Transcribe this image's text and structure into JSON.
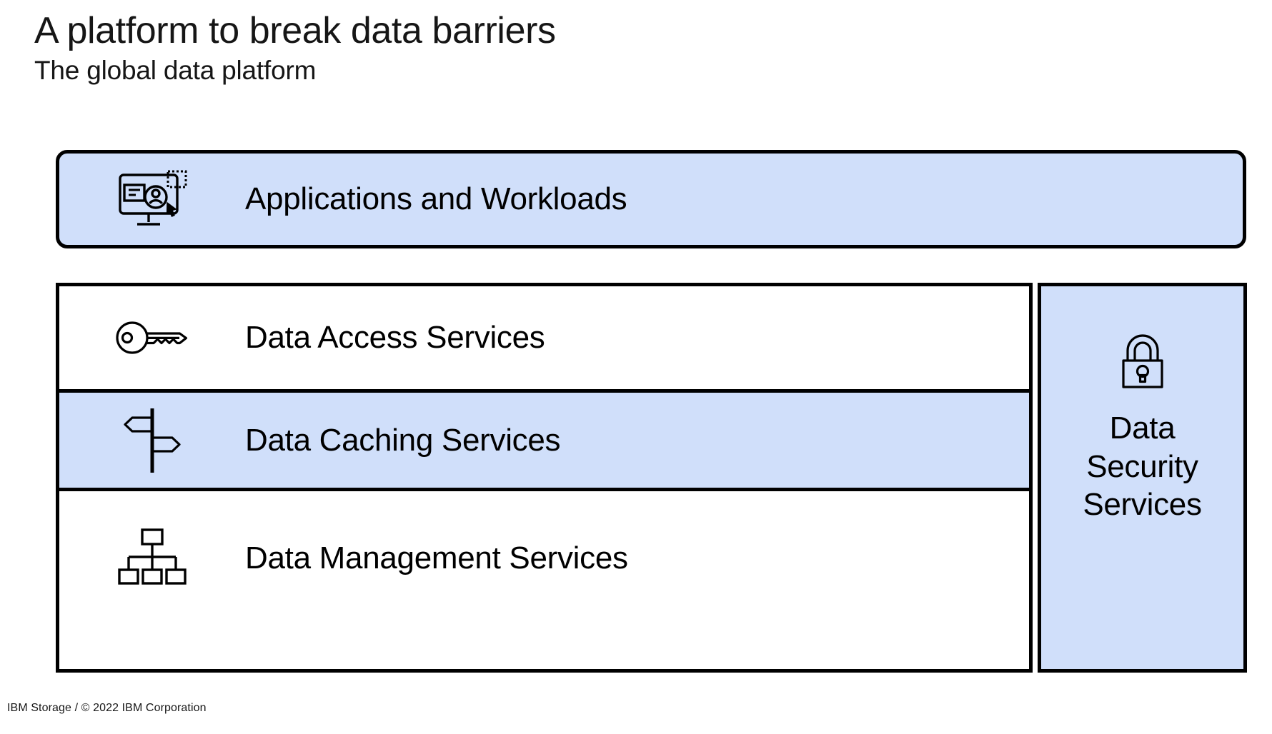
{
  "header": {
    "title": "A platform to break data barriers",
    "subtitle": "The global data platform"
  },
  "apps_banner": {
    "label": "Applications and Workloads",
    "icon": "monitor-user-icon",
    "fill_color": "#d0dffa",
    "border_color": "#000000"
  },
  "services": {
    "rows": [
      {
        "label": "Data Access Services",
        "icon": "key-icon",
        "highlighted": false,
        "fill_color": "#ffffff"
      },
      {
        "label": "Data Caching Services",
        "icon": "signpost-icon",
        "highlighted": true,
        "fill_color": "#d0dffa"
      },
      {
        "label": "Data Management Services",
        "icon": "hierarchy-icon",
        "highlighted": false,
        "fill_color": "#ffffff"
      }
    ]
  },
  "security_panel": {
    "label": "Data Security Services",
    "label_lines": [
      "Data",
      "Security",
      "Services"
    ],
    "icon": "padlock-icon",
    "fill_color": "#d0dffa"
  },
  "footer": {
    "text": "IBM Storage / © 2022 IBM Corporation"
  }
}
